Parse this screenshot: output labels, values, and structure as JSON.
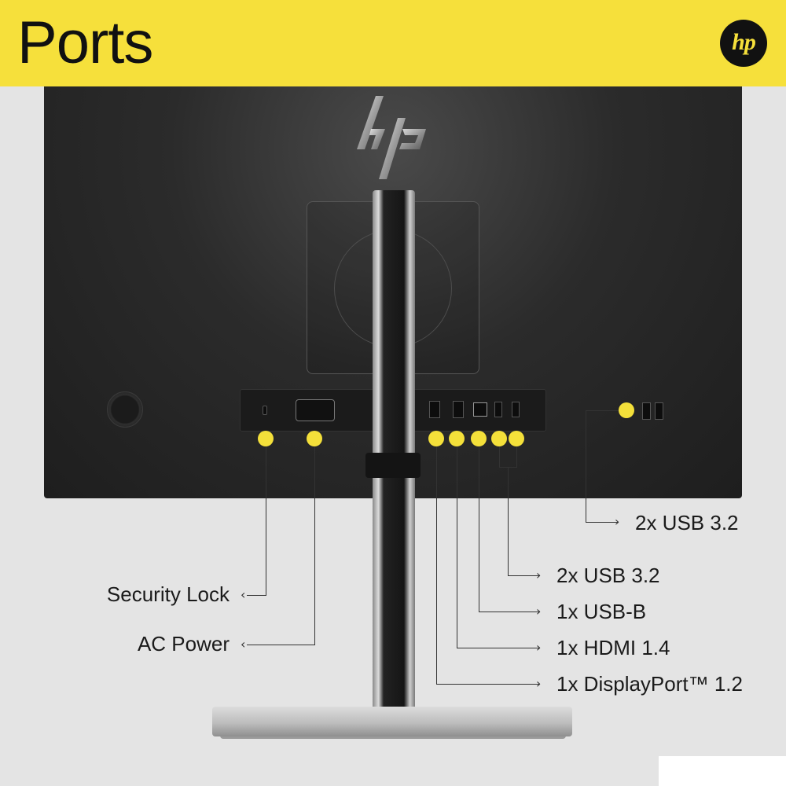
{
  "header": {
    "title": "Ports",
    "brand_logo": "hp",
    "background": "#f6e03b"
  },
  "monitor": {
    "rear_logo": "hp",
    "callout_color": "#f4e03a"
  },
  "callouts": {
    "security_lock": "Security Lock",
    "ac_power": "AC Power",
    "usb_side": "2x USB 3.2",
    "usb_rear": "2x USB 3.2",
    "usb_b": "1x USB-B",
    "hdmi": "1x HDMI 1.4",
    "displayport": "1x DisplayPort™ 1.2"
  }
}
